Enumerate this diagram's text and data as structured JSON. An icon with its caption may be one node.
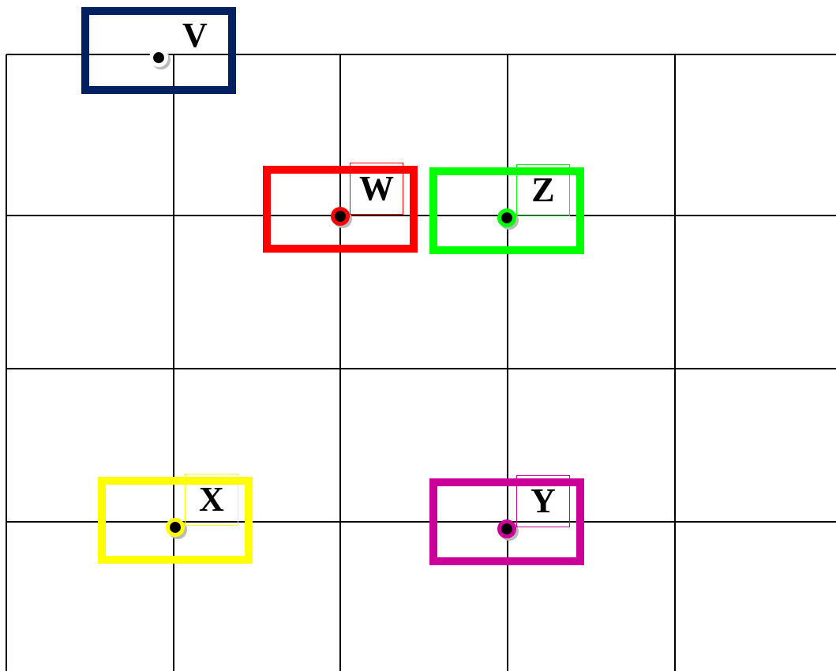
{
  "diagram": {
    "nodes": [
      {
        "text": [
          "V"
        ]
      },
      {
        "text": [
          "W"
        ]
      },
      {
        "text": [
          "Z"
        ]
      },
      {
        "text": [
          "X"
        ]
      },
      {
        "text": [
          "Y"
        ]
      }
    ],
    "edges": []
  }
}
